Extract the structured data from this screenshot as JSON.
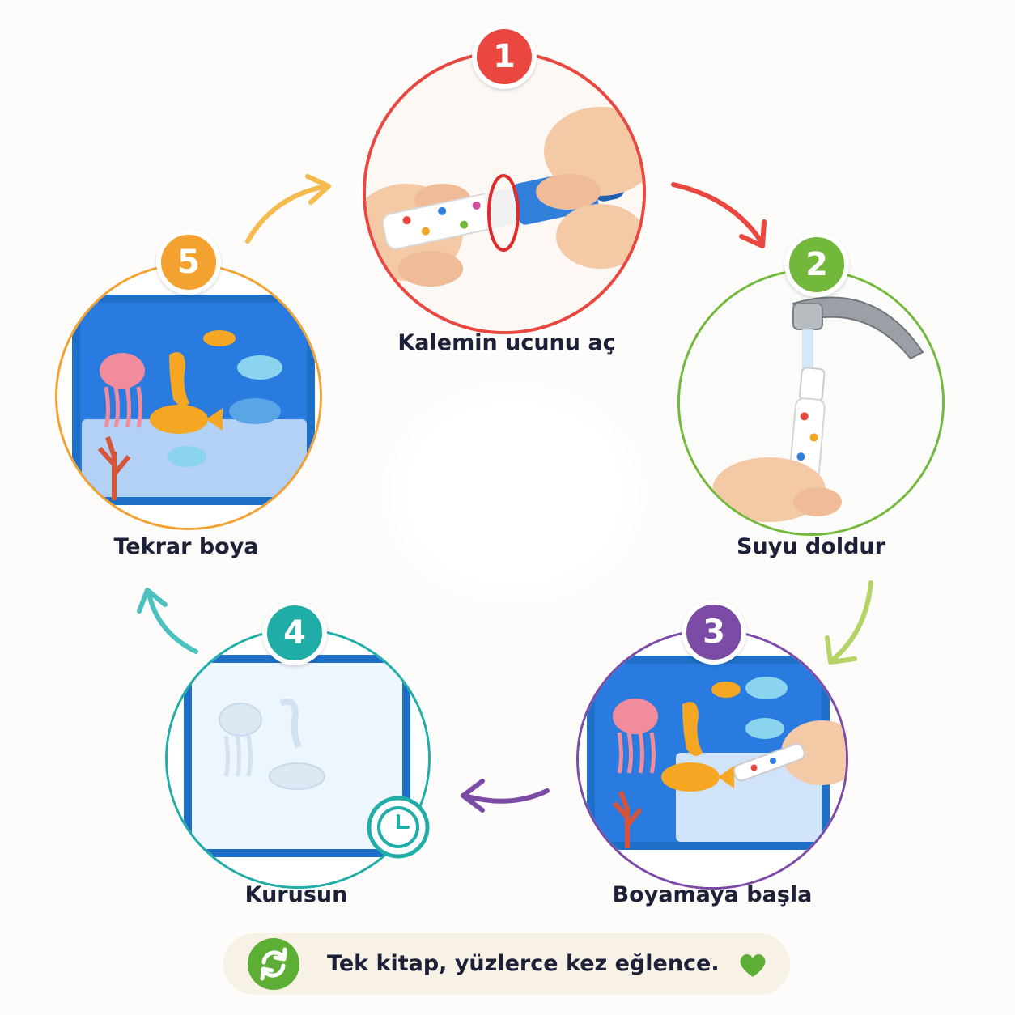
{
  "steps": [
    {
      "number": "1",
      "label": "Kalemin ucunu aç",
      "color": "#e9473f"
    },
    {
      "number": "2",
      "label": "Suyu doldur",
      "color": "#72b83a"
    },
    {
      "number": "3",
      "label": "Boyamaya başla",
      "color": "#7b4ba6"
    },
    {
      "number": "4",
      "label": "Kurusun",
      "color": "#20ada8"
    },
    {
      "number": "5",
      "label": "Tekrar boya",
      "color": "#f3a12f"
    }
  ],
  "arrows": [
    {
      "from": "1",
      "to": "2",
      "color": "#e9473f"
    },
    {
      "from": "2",
      "to": "3",
      "color": "#b4d466"
    },
    {
      "from": "3",
      "to": "4",
      "color": "#7b4ba6"
    },
    {
      "from": "4",
      "to": "5",
      "color": "#4cc2c0"
    },
    {
      "from": "5",
      "to": "1",
      "color": "#f6bb4e"
    }
  ],
  "tagline": {
    "text": "Tek kitap, yüzlerce kez eğlence.",
    "icon": "refresh-icon",
    "end_icon": "heart-icon",
    "icon_color": "#5cae34",
    "heart_color": "#5cae34"
  },
  "illustrations": {
    "board_blue": "#1e6fc8",
    "water_blue": "#2a7be0",
    "page_white": "#eef6fd",
    "pen_blue": "#2f7fdb",
    "skin": "#f4c9a6",
    "jellyfish": "#f28b9c",
    "fish": "#f5a623",
    "coral": "#d4553a",
    "clock_teal": "#20ada8"
  }
}
